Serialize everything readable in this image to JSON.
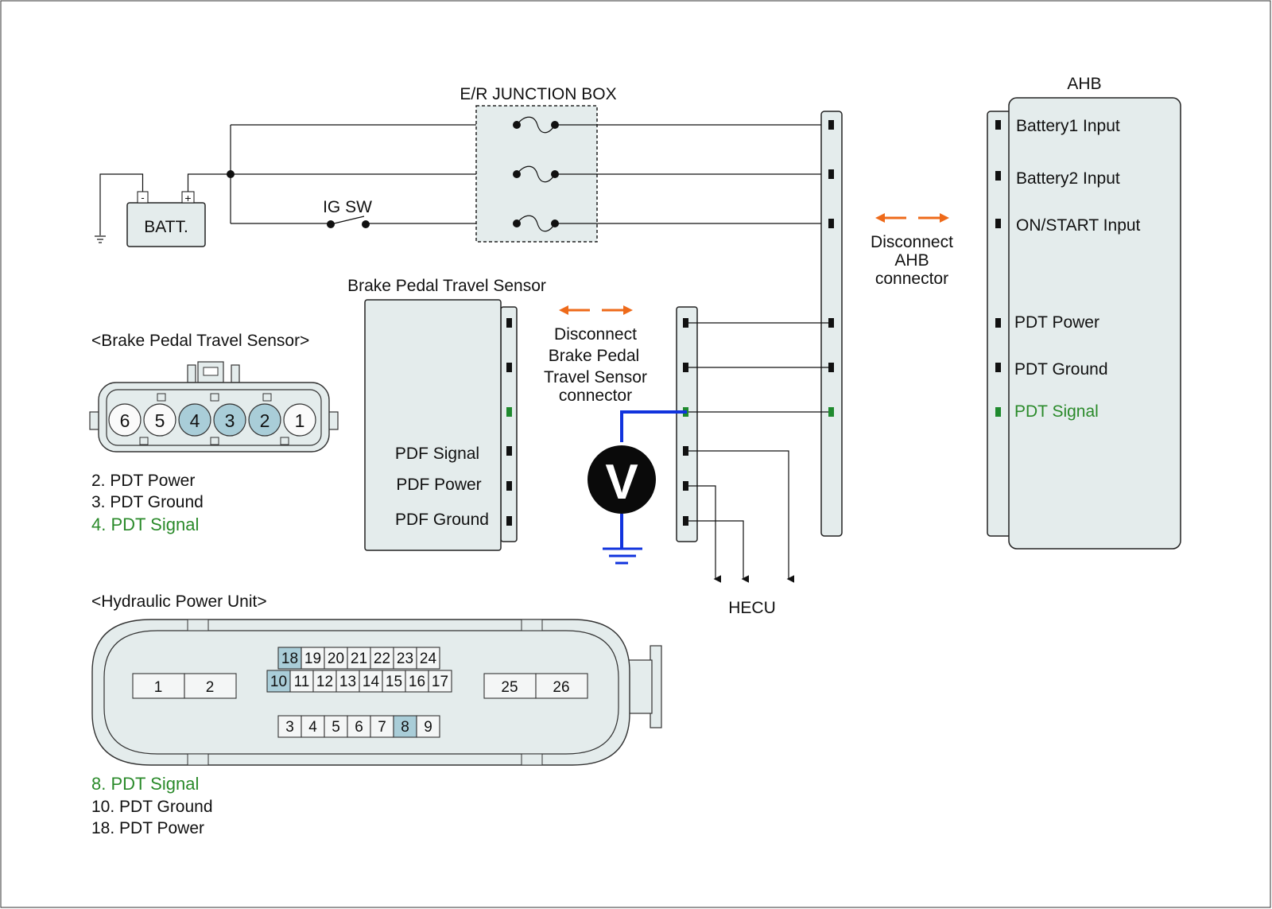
{
  "junction_box": {
    "title": "E/R JUNCTION BOX"
  },
  "battery": {
    "label": "BATT.",
    "minus": "-",
    "plus": "+"
  },
  "ig_switch": {
    "label": "IG SW"
  },
  "ahb": {
    "title": "AHB",
    "pins": [
      "Battery1 Input",
      "Battery2 Input",
      "ON/START Input",
      "PDT Power",
      "PDT Ground",
      "PDT Signal"
    ]
  },
  "disconnect_ahb": {
    "lines": [
      "Disconnect",
      "AHB",
      "connector"
    ]
  },
  "bpts": {
    "title": "Brake Pedal Travel Sensor",
    "pins": [
      "PDF Signal",
      "PDF Power",
      "PDF Ground"
    ]
  },
  "disconnect_bpts": {
    "lines": [
      "Disconnect",
      "Brake Pedal",
      "Travel Sensor",
      "connector"
    ]
  },
  "voltmeter": {
    "symbol": "V"
  },
  "hecu": {
    "label": "HECU"
  },
  "bpts_connector": {
    "heading": "<Brake Pedal Travel Sensor>",
    "pins": [
      "6",
      "5",
      "4",
      "3",
      "2",
      "1"
    ],
    "highlighted": [
      "4",
      "3",
      "2"
    ],
    "legend": [
      "2. PDT Power",
      "3. PDT Ground",
      "4. PDT Signal"
    ]
  },
  "hpu_connector": {
    "heading": "<Hydraulic Power Unit>",
    "left_block": [
      "1",
      "2"
    ],
    "top_row": [
      "18",
      "19",
      "20",
      "21",
      "22",
      "23",
      "24"
    ],
    "mid_row": [
      "10",
      "11",
      "12",
      "13",
      "14",
      "15",
      "16",
      "17"
    ],
    "bottom_row": [
      "3",
      "4",
      "5",
      "6",
      "7",
      "8",
      "9"
    ],
    "right_block": [
      "25",
      "26"
    ],
    "highlighted": [
      "18",
      "10",
      "8"
    ],
    "legend": [
      "8. PDT Signal",
      "10. PDT Ground",
      "18. PDT Power"
    ]
  },
  "colors": {
    "signal_green": "#2a8a2a",
    "meter_lead_blue": "#1133dd",
    "arrow_orange": "#ee6a1a",
    "highlight_teal": "#a9cdd8"
  }
}
